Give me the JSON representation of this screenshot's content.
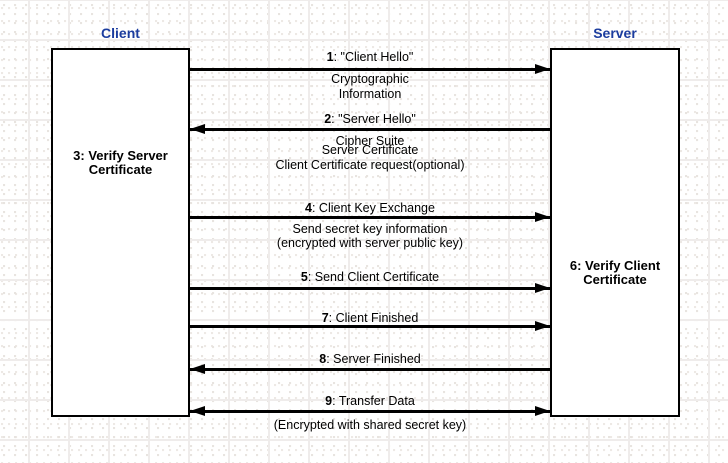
{
  "diagram": {
    "type": "sequence-diagram",
    "client": {
      "label": "Client",
      "note_lines": [
        "3: Verify Server",
        "Certificate"
      ]
    },
    "server": {
      "label": "Server",
      "note_lines": [
        "6: Verify Client",
        "Certificate"
      ]
    },
    "messages": [
      {
        "num": "1",
        "text": ": \"Client Hello\"",
        "direction": "left-to-right",
        "sublines": [
          "Cryptographic",
          "Information"
        ]
      },
      {
        "num": "2",
        "text": ": \"Server Hello\"",
        "direction": "right-to-left",
        "sublines": [
          "Cipher Suite",
          "Server Certificate",
          "Client Certificate request(optional)"
        ]
      },
      {
        "num": "4",
        "text": ": Client Key Exchange",
        "direction": "left-to-right",
        "sublines": [
          "Send secret key information",
          "(encrypted with server public key)"
        ]
      },
      {
        "num": "5",
        "text": ": Send Client Certificate",
        "direction": "left-to-right",
        "sublines": []
      },
      {
        "num": "7",
        "text": ": Client Finished",
        "direction": "left-to-right",
        "sublines": []
      },
      {
        "num": "8",
        "text": ": Server Finished",
        "direction": "right-to-left",
        "sublines": []
      },
      {
        "num": "9",
        "text": ": Transfer Data",
        "direction": "bidirectional",
        "sublines": [
          "(Encrypted with shared secret key)"
        ]
      }
    ],
    "colors": {
      "actor_label": "#1b3c9e",
      "line": "#000000",
      "text": "#000000",
      "grid_line": "#efeceb",
      "background": "#ffffff"
    }
  }
}
